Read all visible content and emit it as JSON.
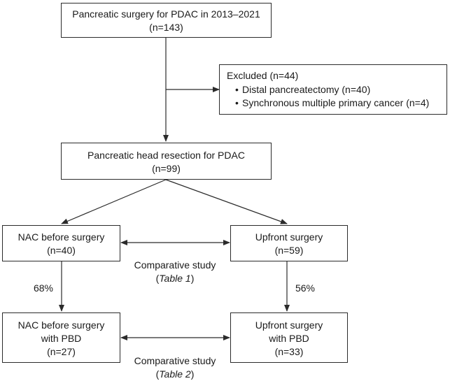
{
  "boxes": {
    "total": {
      "title": "Pancreatic surgery for PDAC in 2013–2021",
      "count": "(n=143)"
    },
    "excluded": {
      "title": "Excluded (n=44)",
      "items": [
        "Distal pancreatectomy (n=40)",
        "Synchronous multiple primary cancer (n=4)"
      ]
    },
    "head_resection": {
      "title": "Pancreatic head resection for PDAC",
      "count": "(n=99)"
    },
    "nac": {
      "title": "NAC before surgery",
      "count": "(n=40)"
    },
    "upfront": {
      "title": "Upfront surgery",
      "count": "(n=59)"
    },
    "nac_pbd": {
      "title": "NAC before surgery",
      "subtitle": "with PBD",
      "count": "(n=27)"
    },
    "upfront_pbd": {
      "title": "Upfront surgery",
      "subtitle": "with PBD",
      "count": "(n=33)"
    }
  },
  "labels": {
    "comparative_1": {
      "text": "Comparative study",
      "ref_open": "(",
      "ref": "Table 1",
      "ref_close": ")"
    },
    "comparative_2": {
      "text": "Comparative study",
      "ref_open": "(",
      "ref": "Table 2",
      "ref_close": ")"
    },
    "pct_nac": "68%",
    "pct_upfront": "56%"
  },
  "colors": {
    "stroke": "#2b2b2b",
    "text": "#1a1a1a",
    "background": "#ffffff"
  }
}
